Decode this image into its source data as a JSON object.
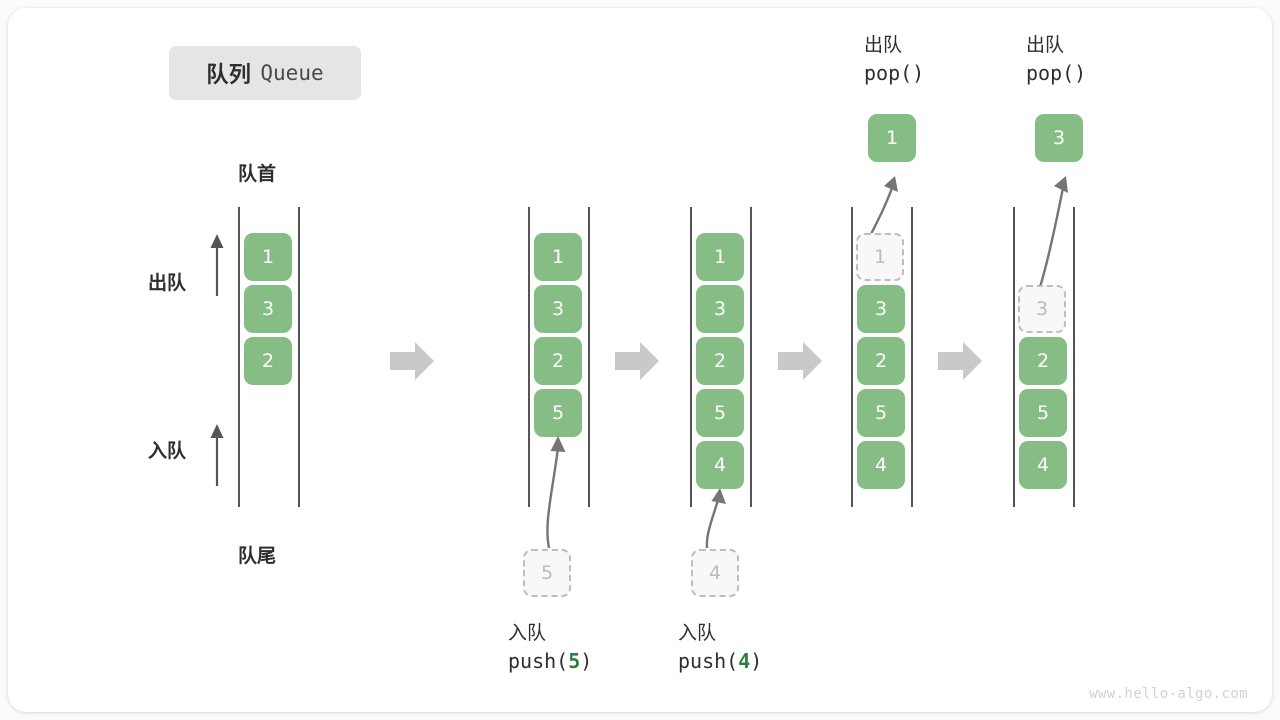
{
  "title": {
    "cn": "队列",
    "en": "Queue"
  },
  "labels": {
    "head": "队首",
    "tail": "队尾",
    "dequeue": "出队",
    "enqueue": "入队"
  },
  "watermark": "www.hello-algo.com",
  "colors": {
    "element": "#85bd85",
    "ghost_fill": "#f8f8f8",
    "ghost_border": "#bdbdbd",
    "rail": "#555555",
    "stage_arrow": "#c9c9c9",
    "badge_bg": "#e5e5e5",
    "code_accent": "#2e7d43",
    "text": "#2e2e2e",
    "watermark": "#d2d2d2"
  },
  "stages": [
    {
      "id": "initial",
      "elements": [
        "1",
        "3",
        "2"
      ],
      "ghost": null,
      "popped": null,
      "caption_cn": null,
      "caption_code": null,
      "caption_code_arg": null
    },
    {
      "id": "push-5",
      "elements": [
        "1",
        "3",
        "2",
        "5"
      ],
      "ghost": "5",
      "popped": null,
      "caption_cn": "入队",
      "caption_code_prefix": "push(",
      "caption_code_arg": "5",
      "caption_code_suffix": ")"
    },
    {
      "id": "push-4",
      "elements": [
        "1",
        "3",
        "2",
        "5",
        "4"
      ],
      "ghost": "4",
      "popped": null,
      "caption_cn": "入队",
      "caption_code_prefix": "push(",
      "caption_code_arg": "4",
      "caption_code_suffix": ")"
    },
    {
      "id": "pop-1",
      "elements": [
        "3",
        "2",
        "5",
        "4"
      ],
      "ghost": "1",
      "popped": "1",
      "caption_cn": "出队",
      "caption_code_prefix": "pop(",
      "caption_code_arg": "",
      "caption_code_suffix": ")"
    },
    {
      "id": "pop-3",
      "elements": [
        "2",
        "5",
        "4"
      ],
      "ghost": "3",
      "popped": "3",
      "caption_cn": "出队",
      "caption_code_prefix": "pop(",
      "caption_code_arg": "",
      "caption_code_suffix": ")"
    }
  ],
  "stage_top_captions": [
    {
      "cn": "出队",
      "code": "pop()"
    },
    {
      "cn": "出队",
      "code": "pop()"
    }
  ]
}
